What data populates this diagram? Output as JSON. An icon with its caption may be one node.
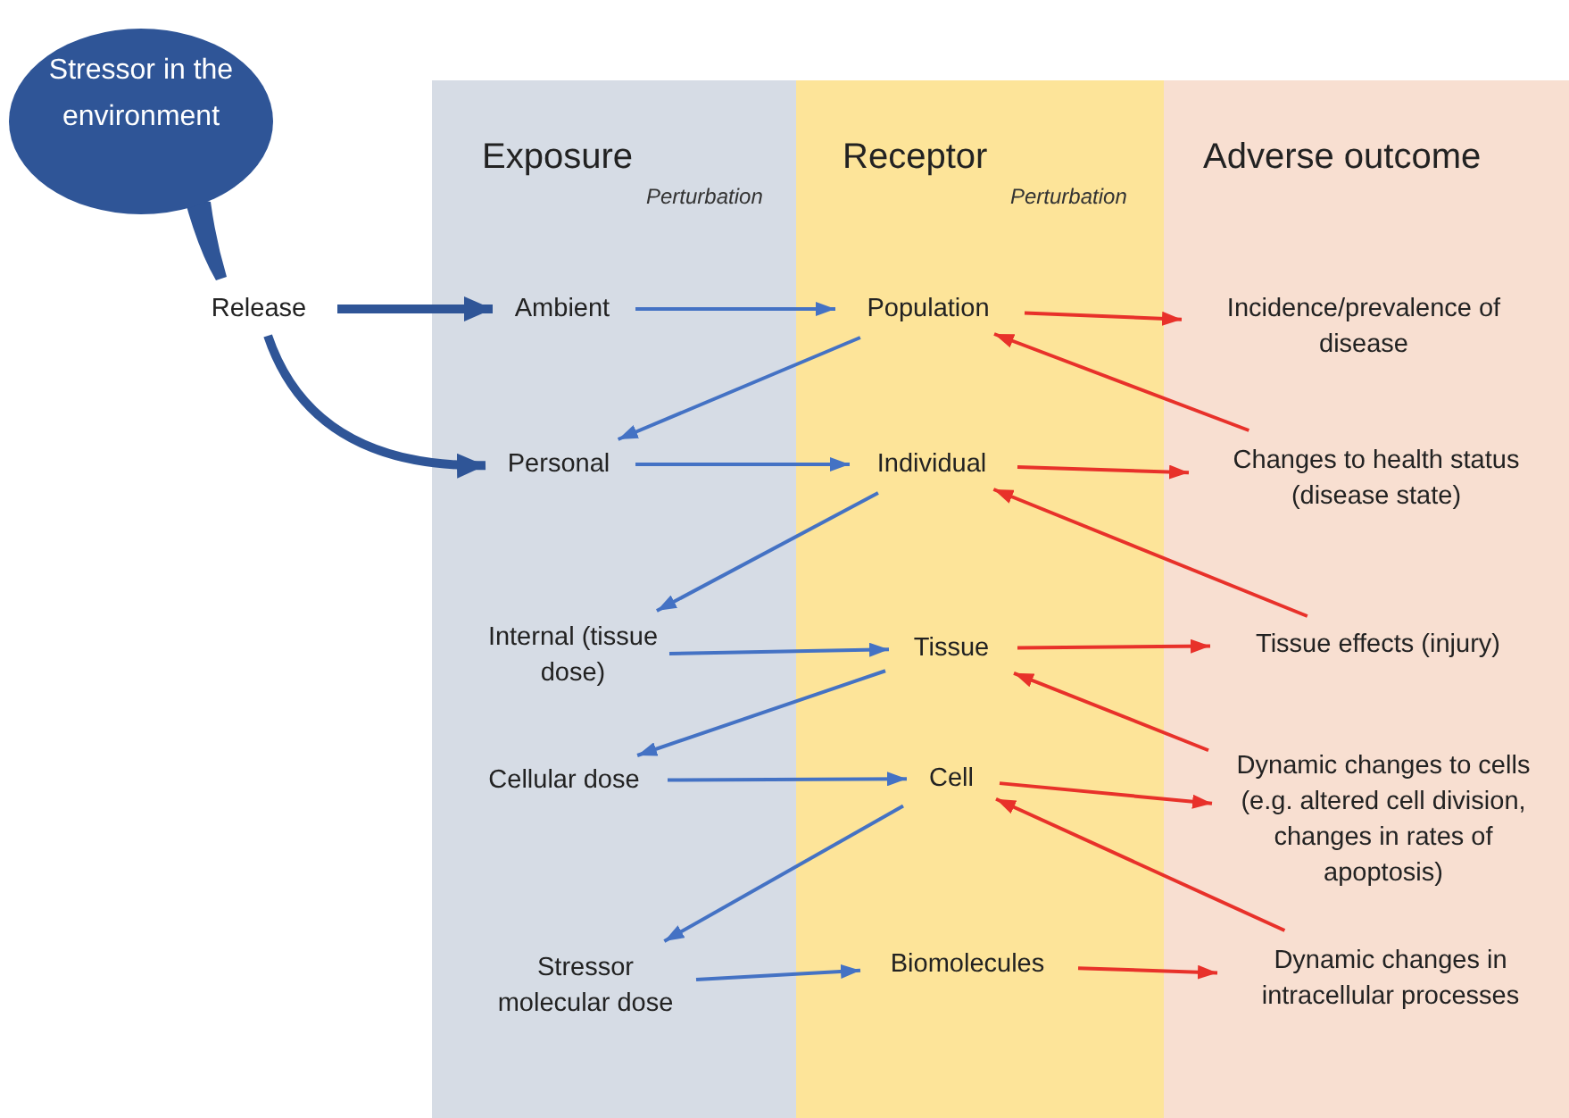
{
  "diagram": {
    "nodes": [
      {
        "text": [
          "Stressor in the environment"
        ]
      },
      {
        "text": [
          "Exposure",
          "Perturbation"
        ]
      },
      {
        "text": [
          "Receptor",
          "Perturbation"
        ]
      },
      {
        "text": [
          "Adverse outcome"
        ]
      },
      {
        "text": [
          "Release"
        ]
      },
      {
        "text": [
          "Ambient"
        ],
        "in": 1
      },
      {
        "text": [
          "Personal"
        ],
        "in": 1
      },
      {
        "text": [
          "Internal (tissue dose)"
        ],
        "in": 1
      },
      {
        "text": [
          "Cellular dose"
        ],
        "in": 1
      },
      {
        "text": [
          "Stressor molecular dose"
        ],
        "in": 1
      },
      {
        "text": [
          "Population"
        ],
        "in": 2
      },
      {
        "text": [
          "Individual"
        ],
        "in": 2
      },
      {
        "text": [
          "Tissue"
        ],
        "in": 2
      },
      {
        "text": [
          "Cell"
        ],
        "in": 2
      },
      {
        "text": [
          "Biomolecules"
        ],
        "in": 2
      },
      {
        "text": [
          "Incidence/prevalence of disease"
        ],
        "in": 3
      },
      {
        "text": [
          "Changes to health status (disease state)"
        ],
        "in": 3
      },
      {
        "text": [
          "Tissue effects (injury)"
        ],
        "in": 3
      },
      {
        "text": [
          "Dynamic changes to cells (e.g. altered cell division, changes in rates of apoptosis)"
        ],
        "in": 3
      },
      {
        "text": [
          "Dynamic changes in intracellular processes"
        ],
        "in": 3
      }
    ],
    "edges": [
      {
        "from": 4,
        "to": 5,
        "arrow": "to",
        "style": "thick",
        "color": "#2f5597"
      },
      {
        "from": 4,
        "to": 6,
        "arrow": "to",
        "style": "thick",
        "color": "#2f5597"
      },
      {
        "from": 5,
        "to": 10,
        "arrow": "to"
      },
      {
        "from": 10,
        "to": 6,
        "arrow": "to"
      },
      {
        "from": 6,
        "to": 11,
        "arrow": "to"
      },
      {
        "from": 11,
        "to": 7,
        "arrow": "to"
      },
      {
        "from": 7,
        "to": 12,
        "arrow": "to"
      },
      {
        "from": 12,
        "to": 8,
        "arrow": "to"
      },
      {
        "from": 8,
        "to": 13,
        "arrow": "to"
      },
      {
        "from": 13,
        "to": 9,
        "arrow": "to"
      },
      {
        "from": 9,
        "to": 14,
        "arrow": "to"
      },
      {
        "from": 10,
        "to": 15,
        "arrow": "to",
        "color": "#e8312a"
      },
      {
        "from": 11,
        "to": 16,
        "arrow": "to",
        "color": "#e8312a"
      },
      {
        "from": 12,
        "to": 17,
        "arrow": "to",
        "color": "#e8312a"
      },
      {
        "from": 13,
        "to": 18,
        "arrow": "to",
        "color": "#e8312a"
      },
      {
        "from": 14,
        "to": 19,
        "arrow": "to",
        "color": "#e8312a"
      },
      {
        "from": 16,
        "to": 10,
        "arrow": "to",
        "color": "#e8312a"
      },
      {
        "from": 17,
        "to": 11,
        "arrow": "to",
        "color": "#e8312a"
      },
      {
        "from": 18,
        "to": 12,
        "arrow": "to",
        "color": "#e8312a"
      },
      {
        "from": 19,
        "to": 13,
        "arrow": "to",
        "color": "#e8312a"
      }
    ]
  }
}
